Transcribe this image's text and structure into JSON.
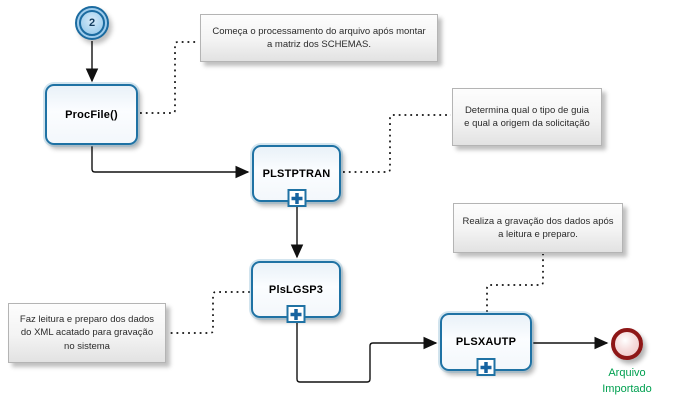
{
  "start_event": {
    "label": "2"
  },
  "tasks": {
    "procfile": {
      "label": "ProcFile()"
    },
    "plstptran": {
      "label": "PLSTPTRAN"
    },
    "plslgsp3": {
      "label": "PlsLGSP3"
    },
    "plsxautp": {
      "label": "PLSXAUTP"
    }
  },
  "end_event": {
    "label": "Arquivo Importado"
  },
  "annotations": {
    "schemas": {
      "text": "Começa o processamento do arquivo após montar a matriz dos SCHEMAS."
    },
    "guia": {
      "text": "Determina qual o tipo de guia e qual a origem da solicitação"
    },
    "gravacao": {
      "text": "Realiza a gravação dos dados após a leitura e preparo."
    },
    "leitura": {
      "text": "Faz leitura e preparo dos dados do XML acatado para gravação no sistema"
    }
  },
  "colors": {
    "task_border": "#1f72a4",
    "subprocess_plus": "#1663a0",
    "start_event_fill": "#a8d2ef",
    "end_event_border": "#8e1717",
    "end_event_fill": "#f3cccc",
    "end_label_green": "#00a050",
    "connector": "#1a1a1a",
    "annotation_border": "#b4b4b4"
  }
}
